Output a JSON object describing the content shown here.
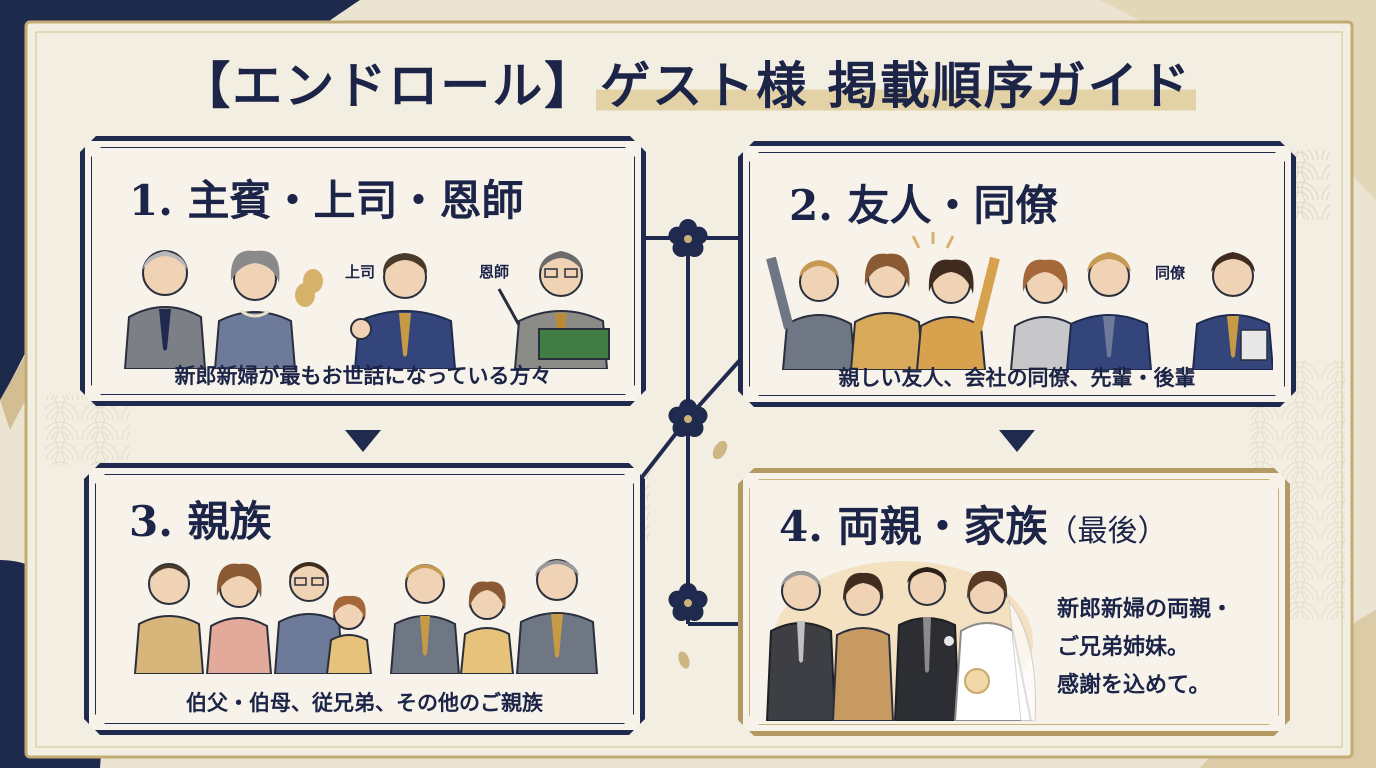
{
  "title": {
    "prefix": "【エンドロール】",
    "highlight": "ゲスト様 掲載順序ガイド"
  },
  "cards": [
    {
      "heading": "1. 主賓・上司・恩師",
      "labels": {
        "boss": "上司",
        "teacher": "恩師"
      },
      "description": "新郎新婦が最もお世話になっている方々"
    },
    {
      "heading": "2. 友人・同僚",
      "labels": {
        "colleague": "同僚"
      },
      "description": "親しい友人、会社の同僚、先輩・後輩"
    },
    {
      "heading": "3. 親族",
      "description": "伯父・伯母、従兄弟、その他のご親族"
    },
    {
      "heading": "4. 両親・家族",
      "heading_suffix": "（最後）",
      "description_lines": [
        "新郎新婦の両親・",
        "ご兄弟姉妹。",
        "感謝を込めて。"
      ]
    }
  ],
  "colors": {
    "navy": "#1f2a4e",
    "gold": "#b29a62",
    "paper": "#f7f3ea"
  }
}
